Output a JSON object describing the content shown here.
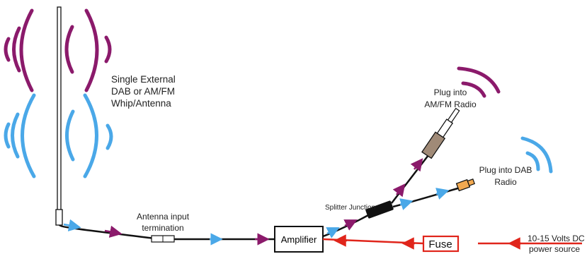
{
  "colors": {
    "broadcast_purple": "#8b1a6b",
    "signal_blue": "#4aa8e8",
    "power_red": "#e0251b",
    "cable_black": "#111111"
  },
  "labels": {
    "antenna_line1": "Single External",
    "antenna_line2": "DAB or AM/FM",
    "antenna_line3": "Whip/Antenna",
    "antenna_input_line1": "Antenna input",
    "antenna_input_line2": "termination",
    "amplifier": "Amplifier",
    "splitter": "Splitter Junction",
    "amfm_line1": "Plug into",
    "amfm_line2": "AM/FM Radio",
    "dab_line1": "Plug into DAB",
    "dab_line2": "Radio",
    "fuse": "Fuse",
    "power_line1": "10-15 Volts DC",
    "power_line2": "power source"
  },
  "icons": [
    "radio-waves-icon",
    "whip-antenna-icon",
    "am-fm-plug-icon",
    "dab-plug-icon"
  ]
}
